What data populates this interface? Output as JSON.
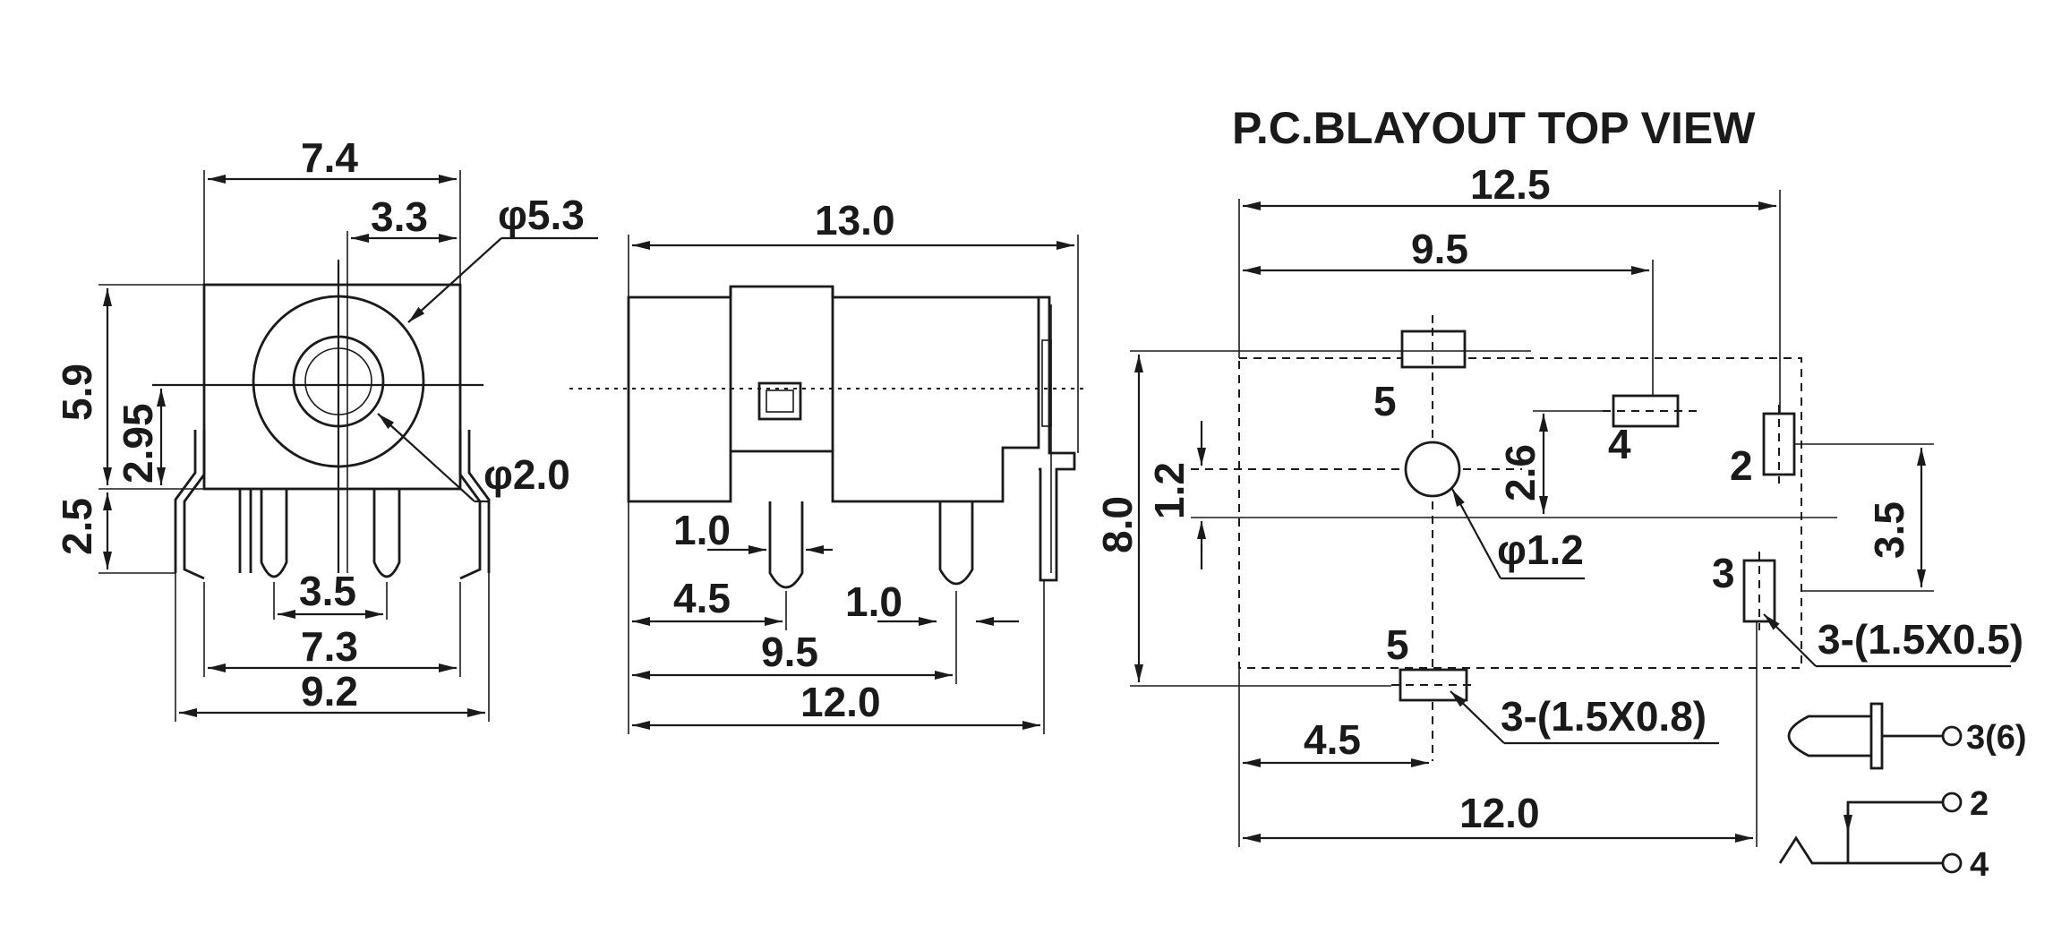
{
  "front_view": {
    "dim_width_top": "7.4",
    "dim_offset": "3.3",
    "dim_outer_dia": "φ5.3",
    "dim_height": "5.9",
    "dim_center_height": "2.95",
    "dim_pin_length": "2.5",
    "dim_inner_dia": "φ2.0",
    "dim_pin_spacing": "3.5",
    "dim_pin_outer": "7.3",
    "dim_overall_width": "9.2"
  },
  "side_view": {
    "dim_length": "13.0",
    "dim_pin_thickness_1": "1.0",
    "dim_pin_pos_1": "4.5",
    "dim_pin_thickness_2": "1.0",
    "dim_pin_pos_2": "9.5",
    "dim_body_length": "12.0"
  },
  "pcb_layout": {
    "title": "P.C.BLAYOUT TOP VIEW",
    "dim_overall_width": "12.5",
    "dim_pin4_offset": "9.5",
    "dim_height": "8.0",
    "dim_hole_offset": "1.2",
    "dim_pin4_height": "2.6",
    "dim_pin_pitch": "3.5",
    "dim_hole_dia": "φ1.2",
    "dim_bottom_offset": "4.5",
    "dim_bottom_width": "12.0",
    "pad_label_top": "5",
    "pad_label_bottom": "5",
    "pad_label_4": "4",
    "pad_label_2": "2",
    "pad_label_3": "3",
    "note_slot_small": "3-(1.5X0.5)",
    "note_slot_large": "3-(1.5X0.8)"
  },
  "schematic": {
    "pin_a": "3(6)",
    "pin_b": "2",
    "pin_c": "4"
  }
}
